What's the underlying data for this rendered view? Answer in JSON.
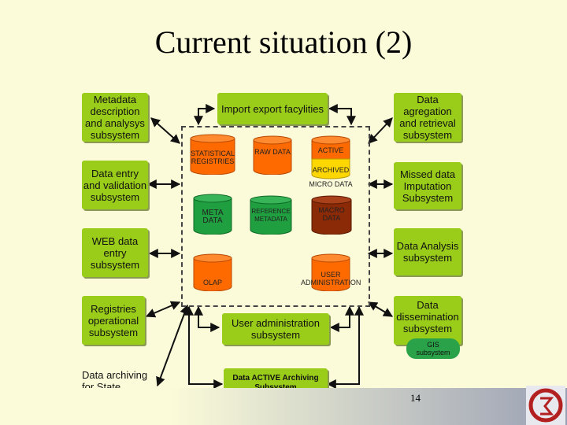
{
  "title": "Current situation (2)",
  "left_boxes": [
    {
      "label": "Metadata description and analysys subsystem"
    },
    {
      "label": "Data entry and validation subsystem"
    },
    {
      "label": "WEB data entry subsystem"
    },
    {
      "label": "Registries operational subsystem"
    },
    {
      "label": "Data archiving for State archive subsystem"
    }
  ],
  "right_boxes": [
    {
      "label": "Data agregation and retrieval subsystem"
    },
    {
      "label": "Missed data Imputation Subsystem"
    },
    {
      "label": "Data Analysis subsystem"
    },
    {
      "label": "Data dissemination subsystem"
    }
  ],
  "center_boxes": {
    "import_export": "Import export facylities",
    "user_admin": "User administration subsystem",
    "archiving": "Data ACTIVE Archiving Subsystem"
  },
  "gis": {
    "label": "GIS",
    "sub": "subsystem"
  },
  "databases": {
    "statistical_registries": "STATISTICAL REGISTRIES",
    "raw_data": "RAW DATA",
    "active": "ACTIVE",
    "archived": "ARCHIVED",
    "micro_data": "MICRO DATA",
    "meta_data": "META DATA",
    "reference_metadata": "REFERENCE METADATA",
    "macro_data": "MACRO DATA",
    "olap": "OLAP",
    "user_administration": "USER ADMINISTRATION"
  },
  "colors": {
    "box_green": "#9acd1a",
    "db_orange": "#ff6a00",
    "db_green": "#1f9f3f",
    "db_brown": "#8b2a06",
    "db_yellow": "#ffd700",
    "background": "#fbfbd9"
  },
  "page_number": "14",
  "logo_icon": "institution-logo-icon"
}
